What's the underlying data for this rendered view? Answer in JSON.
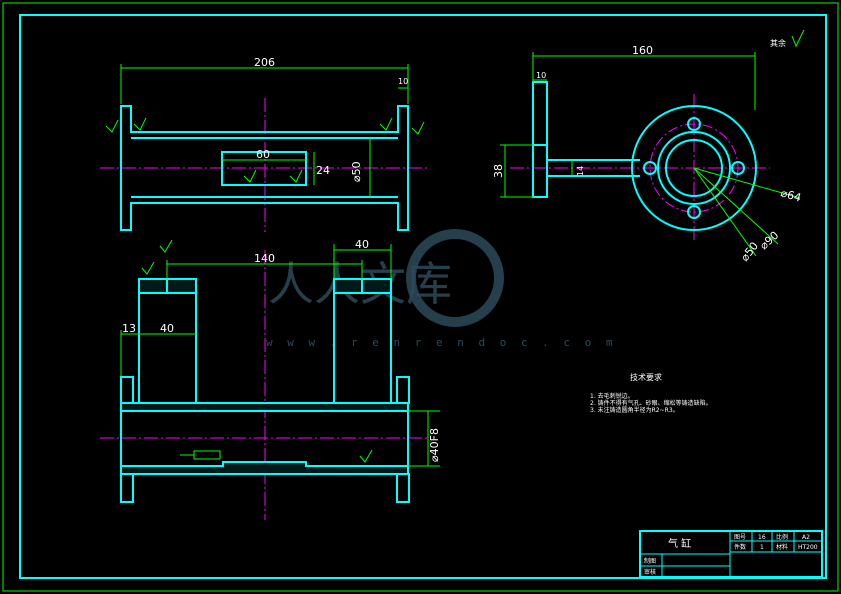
{
  "colors": {
    "background": "#000000",
    "outline": "#00ffff",
    "dimension": "#00ff00",
    "centerline": "#ff00ff",
    "text": "#ffffff",
    "watermark": "#2d4a5a"
  },
  "corner_note": "其余",
  "watermark": {
    "text": "人人文库",
    "url": "w w w . r e n r e n d o c . c o m"
  },
  "top_view": {
    "dim_length": "206",
    "dim_flange": "10",
    "dim_slot_width": "60",
    "dim_slot_height": "24",
    "dim_diameter": "⌀50"
  },
  "side_view": {
    "dim_length": "160",
    "dim_arm": "10",
    "dim_height": "38",
    "dim_neck": "14",
    "dim_d64": "⌀64",
    "dim_d90": "⌀90",
    "dim_d50": "⌀50"
  },
  "front_view": {
    "dim_span": "140",
    "dim_post_width_right": "40",
    "dim_offset": "13",
    "dim_post_width_left": "40",
    "dim_bore": "⌀40F8"
  },
  "tech_requirements": {
    "title": "技术要求",
    "lines": [
      "1. 去毛刺锐边。",
      "2. 铸件不得有气孔、砂眼、缩松等铸造缺陷。",
      "3. 未注铸造圆角半径为R2~R3。"
    ]
  },
  "title_block": {
    "part_name": "气 缸",
    "labels": [
      "图号",
      "比例",
      "件数",
      "材料",
      "制图",
      "审核"
    ],
    "values": [
      "16",
      "A2",
      "1",
      "HT200"
    ]
  }
}
